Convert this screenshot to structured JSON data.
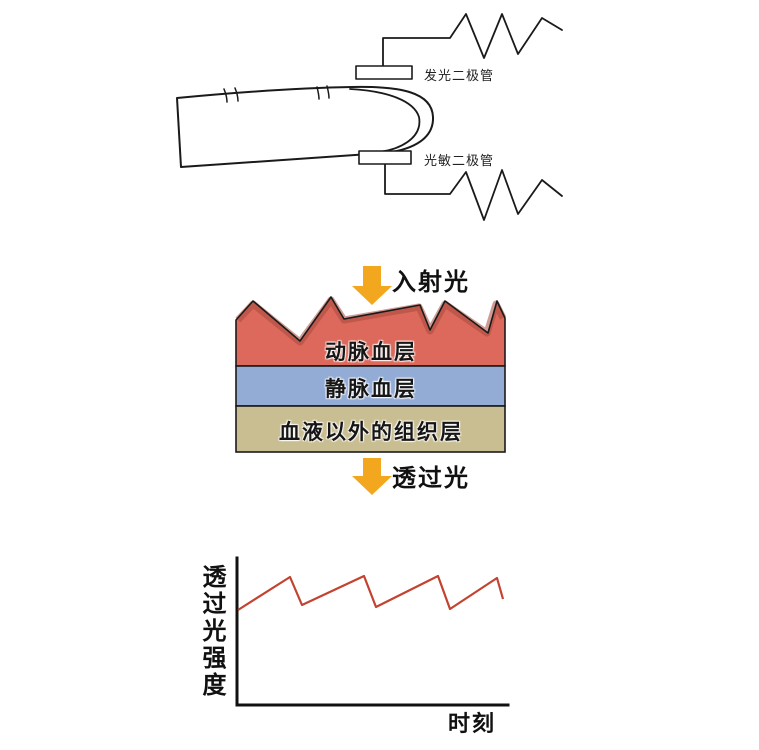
{
  "sensor_diagram": {
    "led_label": "发光二极管",
    "photodiode_label": "光敏二极管"
  },
  "layers_diagram": {
    "incident_light_label": "入射光",
    "transmitted_light_label": "透过光",
    "arrow_color": "#f2a71e",
    "layers": [
      {
        "label": "动脉血层",
        "color": "#dc695b"
      },
      {
        "label": "静脉血层",
        "color": "#93acd6"
      },
      {
        "label": "血液以外的组织层",
        "color": "#c9bd92"
      }
    ]
  },
  "graph": {
    "y_axis_label": "透过光强度",
    "x_axis_label": "时刻",
    "waveform_color": "#c2432f",
    "waveform_points": "238,610 290,577 302,605 364,576 376,607 438,576 450,609 497,578 503,599"
  },
  "chart_data": {
    "type": "line",
    "title": "",
    "xlabel": "时刻",
    "ylabel": "透过光强度",
    "series": [
      {
        "name": "透过光强度",
        "x": [
          0,
          1,
          1.2,
          2.2,
          2.4,
          3.4,
          3.6,
          4.4,
          4.5
        ],
        "y": [
          0.55,
          0.85,
          0.6,
          0.86,
          0.58,
          0.86,
          0.56,
          0.84,
          0.65
        ]
      }
    ],
    "grid": false,
    "legend": false
  }
}
